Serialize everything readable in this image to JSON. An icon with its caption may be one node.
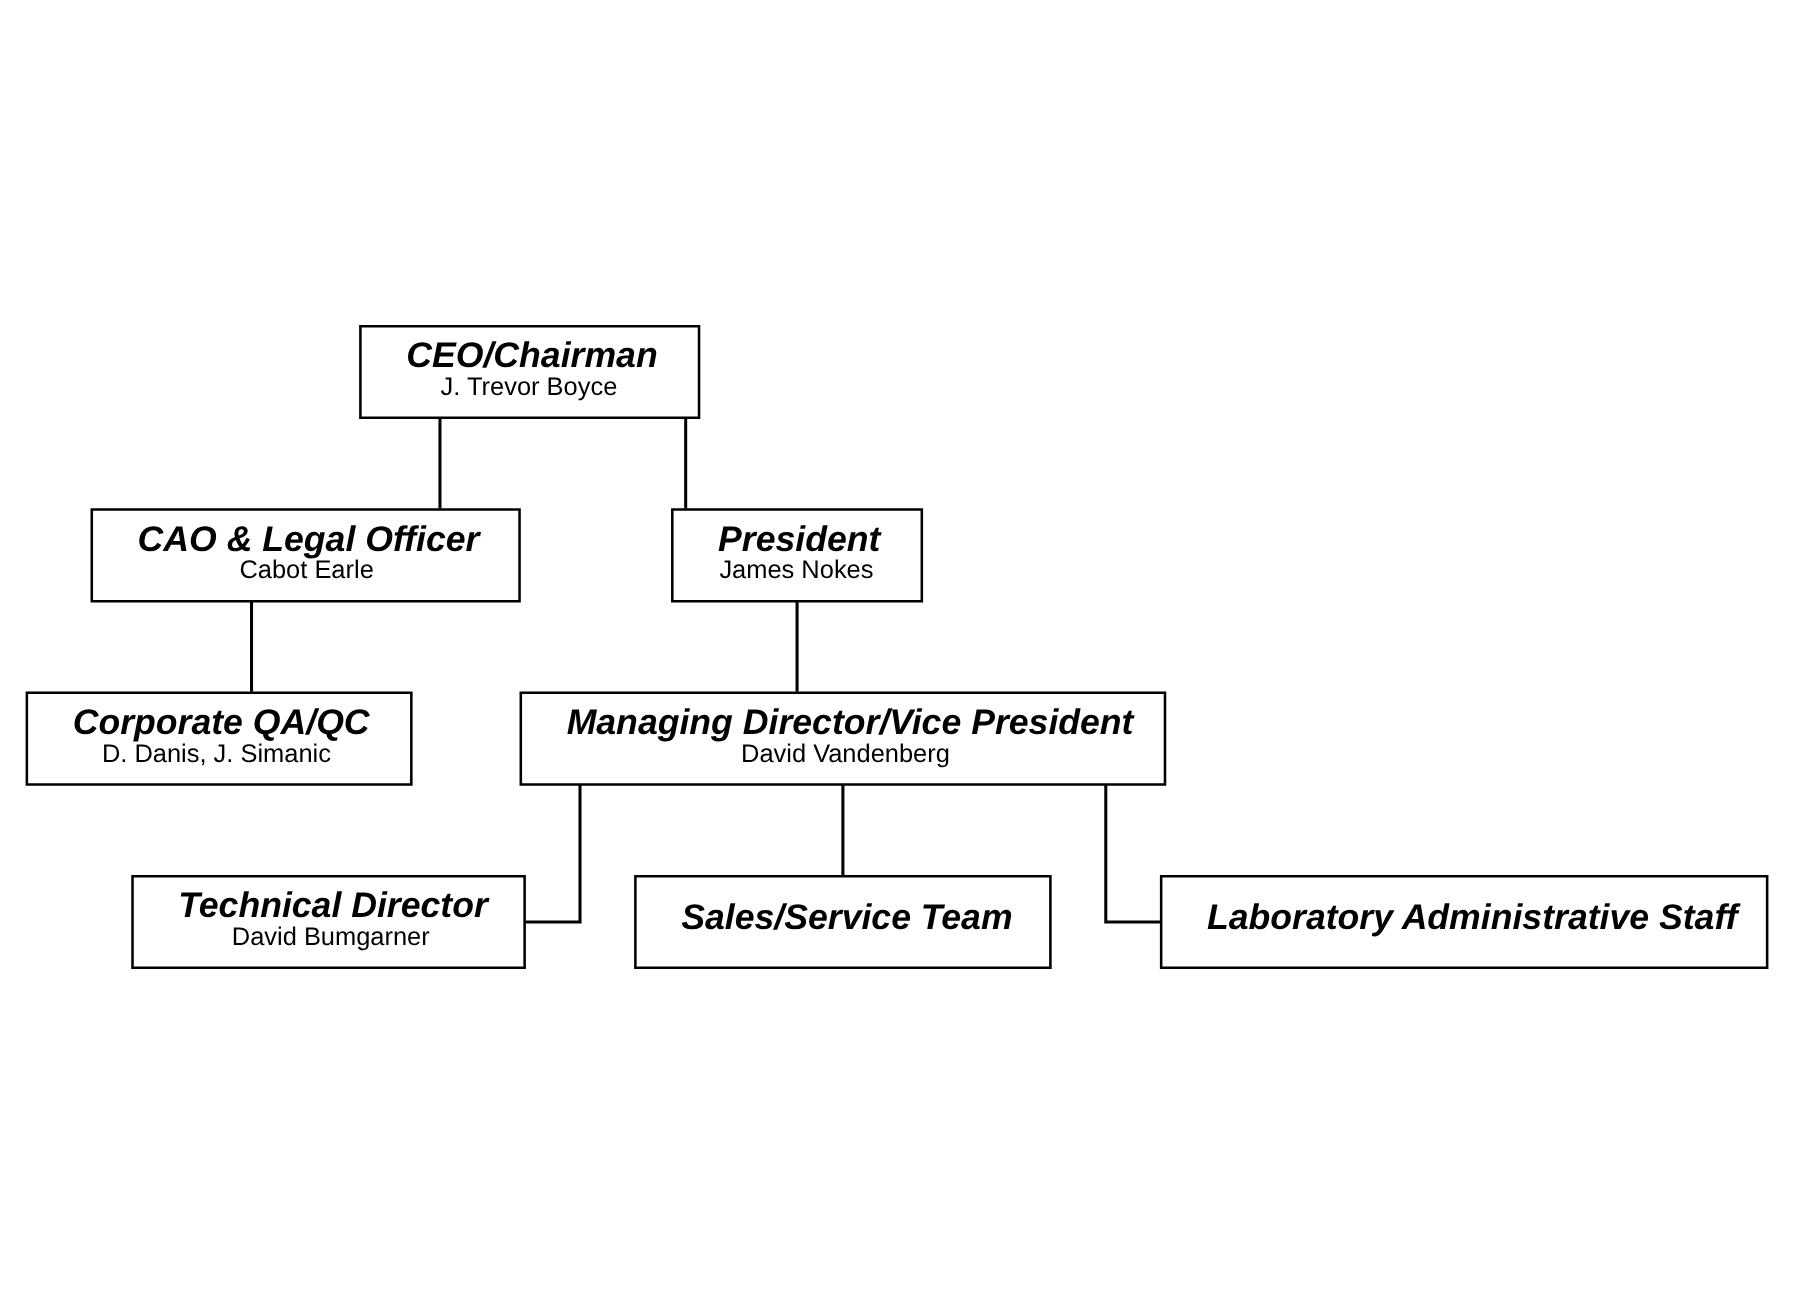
{
  "diagram": {
    "nodes": [
      {
        "text": [
          "CEO/Chairman",
          "J. Trevor Boyce"
        ]
      },
      {
        "text": [
          "CAO & Legal Officer",
          "Cabot Earle"
        ]
      },
      {
        "text": [
          "President",
          "James Nokes"
        ]
      },
      {
        "text": [
          "Corporate QA/QC",
          "D. Danis, J. Simanic"
        ]
      },
      {
        "text": [
          "Managing Director/Vice President",
          "David Vandenberg"
        ]
      },
      {
        "text": [
          "Technical Director",
          "David Bumgarner"
        ]
      },
      {
        "text": [
          "Sales/Service Team"
        ]
      },
      {
        "text": [
          "Laboratory Administrative Staff"
        ]
      }
    ],
    "edges": [
      {
        "from": 0,
        "to": 2,
        "arrow": "none"
      },
      {
        "from": 0,
        "to": 1,
        "arrow": "none"
      },
      {
        "from": 1,
        "to": 3,
        "arrow": "none"
      },
      {
        "from": 2,
        "to": 4,
        "arrow": "none"
      },
      {
        "from": 4,
        "to": 5,
        "arrow": "none"
      },
      {
        "from": 4,
        "to": 6,
        "arrow": "none"
      },
      {
        "from": 4,
        "to": 7,
        "arrow": "none"
      }
    ]
  }
}
